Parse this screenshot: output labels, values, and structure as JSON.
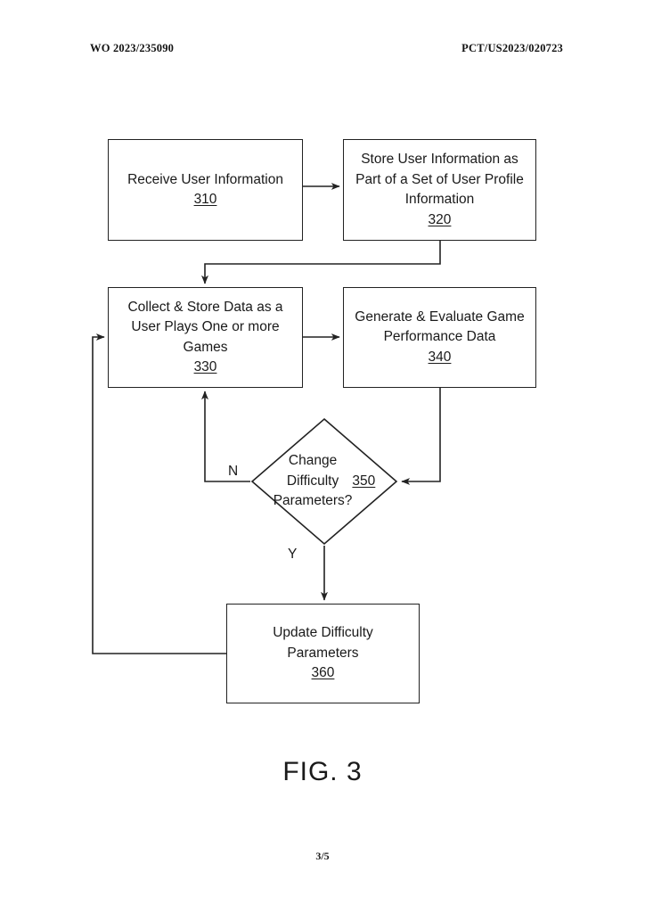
{
  "document": {
    "header_left": "WO 2023/235090",
    "header_right": "PCT/US2023/020723",
    "figure_caption": "FIG. 3",
    "page_number": "3/5"
  },
  "flowchart": {
    "nodes": [
      {
        "id": "310",
        "shape": "process",
        "text": "Receive User Information",
        "ref": "310"
      },
      {
        "id": "320",
        "shape": "process",
        "text": "Store User Information as\nPart of a Set of User Profile\nInformation",
        "ref": "320"
      },
      {
        "id": "330",
        "shape": "process",
        "text": "Collect & Store Data as a\nUser Plays One or more\nGames",
        "ref": "330"
      },
      {
        "id": "340",
        "shape": "process",
        "text": "Generate & Evaluate Game\nPerformance Data",
        "ref": "340"
      },
      {
        "id": "350",
        "shape": "decision",
        "text": "Change\nDifficulty\nParameters?",
        "ref": "350"
      },
      {
        "id": "360",
        "shape": "process",
        "text": "Update Difficulty\nParameters",
        "ref": "360"
      }
    ],
    "branch_labels": {
      "no": "N",
      "yes": "Y"
    },
    "edges": [
      {
        "from": "310",
        "to": "320",
        "label": ""
      },
      {
        "from": "320",
        "to": "330",
        "label": ""
      },
      {
        "from": "330",
        "to": "340",
        "label": ""
      },
      {
        "from": "340",
        "to": "350",
        "label": ""
      },
      {
        "from": "350",
        "to": "330",
        "label": "N"
      },
      {
        "from": "350",
        "to": "360",
        "label": "Y"
      },
      {
        "from": "360",
        "to": "330",
        "label": ""
      }
    ]
  },
  "colors": {
    "ink": "#1a1a1a",
    "stroke": "#222222",
    "background": "#ffffff"
  }
}
